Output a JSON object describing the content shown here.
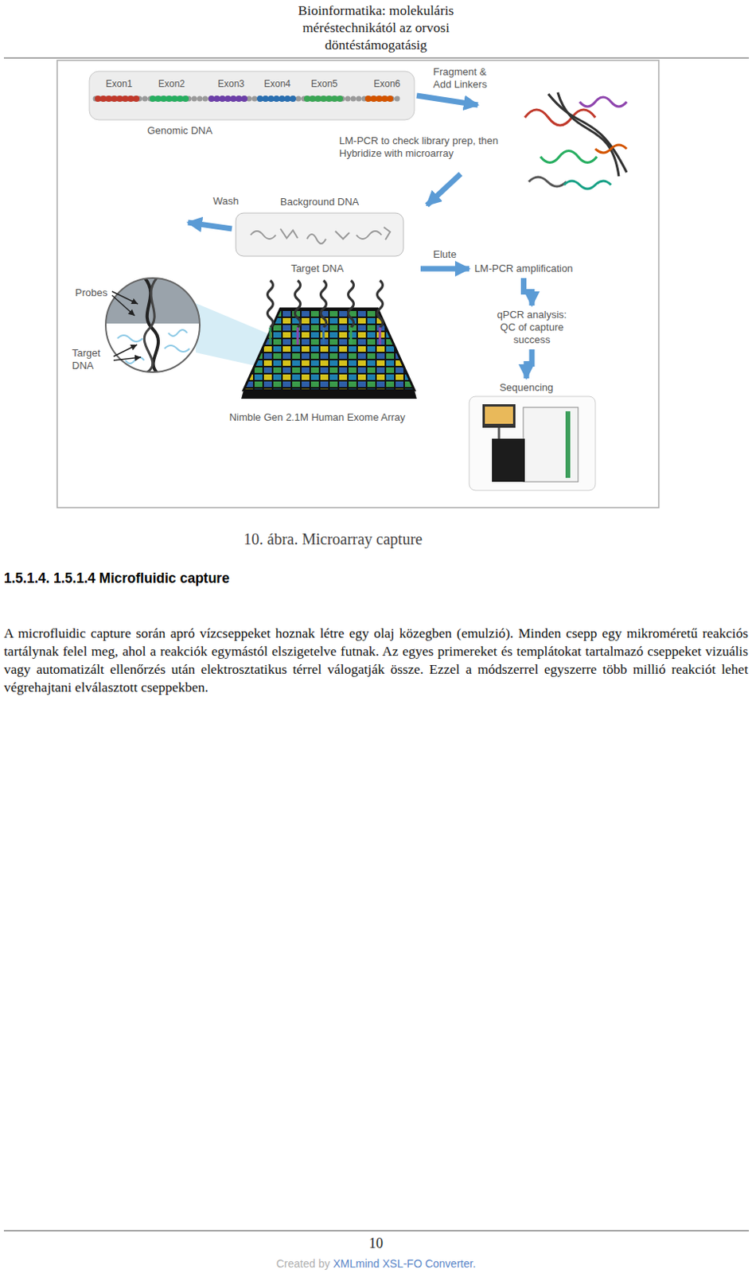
{
  "diagram": {
    "caption": "10. ábra. Microarray capture",
    "nodes": [
      {
        "text": [
          "Genomic DNA"
        ]
      },
      {
        "text": [
          "Background DNA"
        ]
      },
      {
        "text": [
          "Target DNA",
          "Nimble Gen 2.1M Human Exome Array"
        ]
      },
      {
        "text": [
          "LM-PCR amplification"
        ]
      },
      {
        "text": [
          "qPCR analysis: QC of capture success"
        ]
      },
      {
        "text": [
          "Sequencing"
        ]
      }
    ],
    "edges": [
      {
        "from": 2,
        "to": 3,
        "label": "Elute",
        "arrow": "to"
      },
      {
        "from": 3,
        "to": 4,
        "arrow": "to"
      },
      {
        "from": 4,
        "to": 5,
        "arrow": "to"
      }
    ],
    "labels": [
      "Bioinformatika: molekuláris méréstechnikától az orvosi döntéstámogatásig",
      "Exon1",
      "Exon2",
      "Exon3",
      "Exon4",
      "Exon5",
      "Exon6",
      "Fragment & Add Linkers",
      "LM-PCR to check library prep, then Hybridize with microarray",
      "Wash",
      "Probes",
      "Target DNA",
      "1.5.1.4. 1.5.1.4 Microfluidic capture",
      "A microfluidic capture során apró vízcseppeket hoznak létre egy olaj közegben (emulzió). Minden csepp egy mikroméretű reakciós tartálynak felel meg, ahol a reakciók egymástól elszigetelve futnak. Az egyes primereket és templátokat tartalmazó cseppeket vizuális vagy automatizált ellenőrzés után elektrosztatikus térrel válogatják össze. Ezzel a módszerrel egyszerre több millió reakciót lehet végrehajtani elválasztott cseppekben.",
      "10",
      "Created by",
      "XMLmind XSL-FO Converter."
    ]
  }
}
